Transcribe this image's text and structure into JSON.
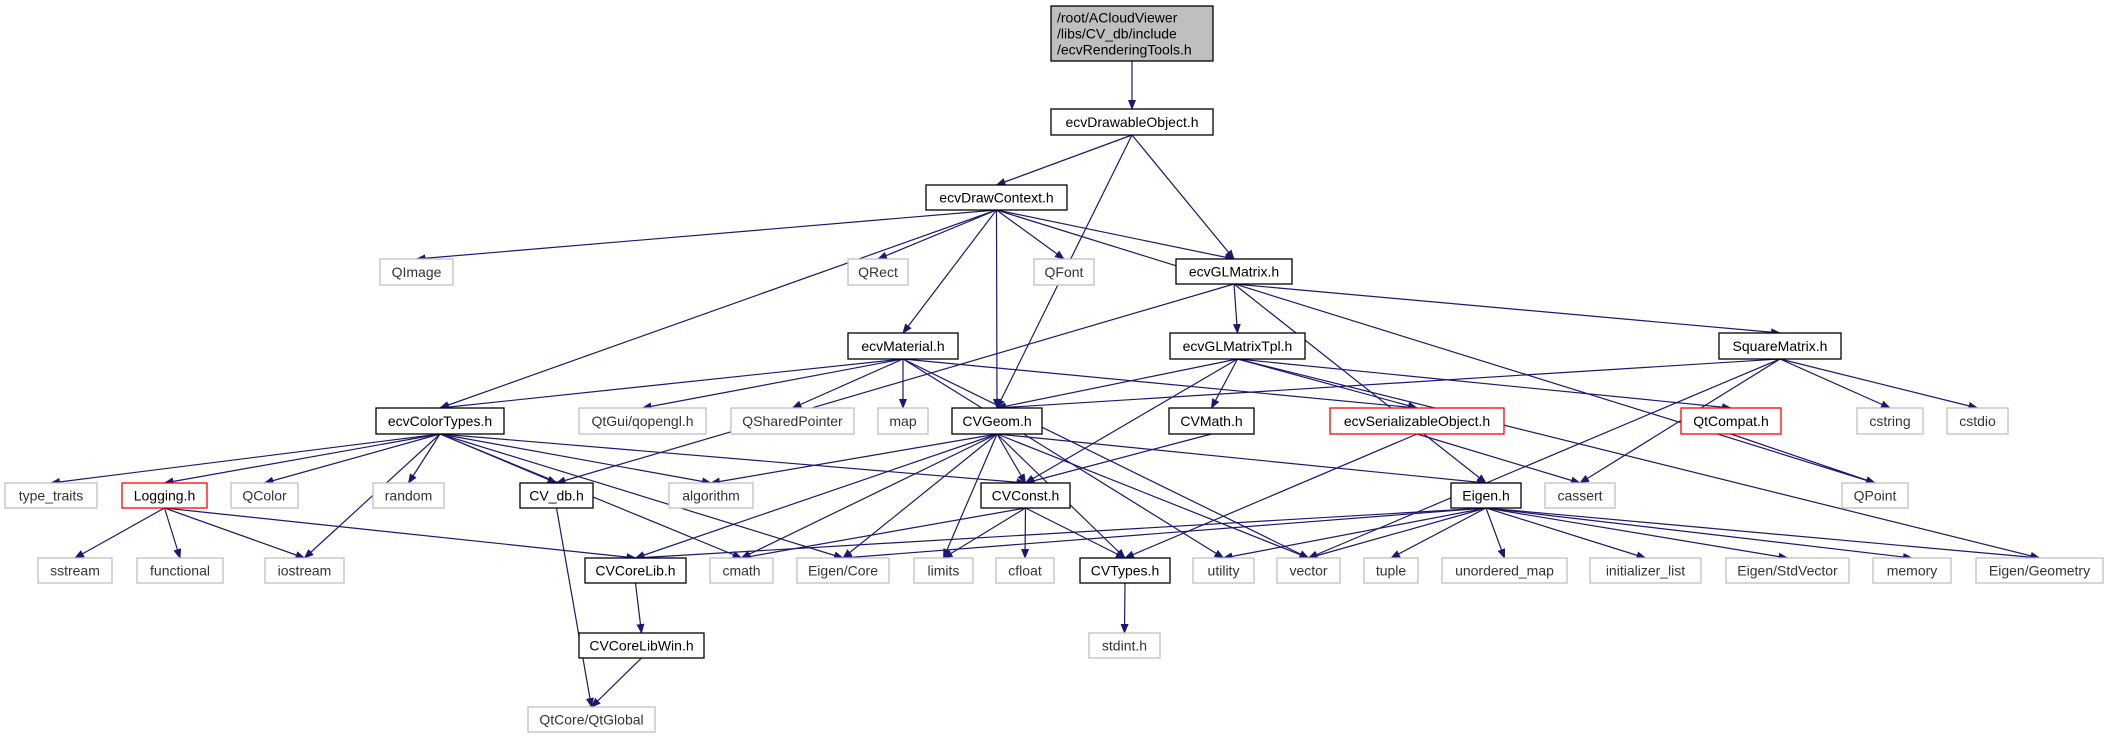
{
  "colors": {
    "edge": "#191970",
    "root_fill": "#bfbfbf",
    "documented_border": "#000000",
    "incomplete_border": "#ff0000",
    "external_border": "#bfbfbf"
  },
  "nodes": [
    {
      "id": "root",
      "label": [
        "/root/ACloudViewer",
        "/libs/CV_db/include",
        "/ecvRenderingTools.h"
      ],
      "kind": "root"
    },
    {
      "id": "ecvDrawableObject",
      "label": [
        "ecvDrawableObject.h"
      ],
      "kind": "doc"
    },
    {
      "id": "ecvDrawContext",
      "label": [
        "ecvDrawContext.h"
      ],
      "kind": "doc"
    },
    {
      "id": "QImage",
      "label": [
        "QImage"
      ],
      "kind": "ext"
    },
    {
      "id": "QRect",
      "label": [
        "QRect"
      ],
      "kind": "ext"
    },
    {
      "id": "QFont",
      "label": [
        "QFont"
      ],
      "kind": "ext"
    },
    {
      "id": "ecvGLMatrix",
      "label": [
        "ecvGLMatrix.h"
      ],
      "kind": "doc"
    },
    {
      "id": "ecvMaterial",
      "label": [
        "ecvMaterial.h"
      ],
      "kind": "doc"
    },
    {
      "id": "ecvGLMatrixTpl",
      "label": [
        "ecvGLMatrixTpl.h"
      ],
      "kind": "doc"
    },
    {
      "id": "SquareMatrix",
      "label": [
        "SquareMatrix.h"
      ],
      "kind": "doc"
    },
    {
      "id": "ecvColorTypes",
      "label": [
        "ecvColorTypes.h"
      ],
      "kind": "doc"
    },
    {
      "id": "qopengl",
      "label": [
        "QtGui/qopengl.h"
      ],
      "kind": "ext"
    },
    {
      "id": "QSharedPointer",
      "label": [
        "QSharedPointer"
      ],
      "kind": "ext"
    },
    {
      "id": "map",
      "label": [
        "map"
      ],
      "kind": "ext"
    },
    {
      "id": "CVGeom",
      "label": [
        "CVGeom.h"
      ],
      "kind": "doc"
    },
    {
      "id": "CVMath",
      "label": [
        "CVMath.h"
      ],
      "kind": "doc"
    },
    {
      "id": "ecvSerializableObject",
      "label": [
        "ecvSerializableObject.h"
      ],
      "kind": "red"
    },
    {
      "id": "QtCompat",
      "label": [
        "QtCompat.h"
      ],
      "kind": "red"
    },
    {
      "id": "cstring",
      "label": [
        "cstring"
      ],
      "kind": "ext"
    },
    {
      "id": "cstdio",
      "label": [
        "cstdio"
      ],
      "kind": "ext"
    },
    {
      "id": "type_traits",
      "label": [
        "type_traits"
      ],
      "kind": "ext"
    },
    {
      "id": "Logging",
      "label": [
        "Logging.h"
      ],
      "kind": "red"
    },
    {
      "id": "QColor",
      "label": [
        "QColor"
      ],
      "kind": "ext"
    },
    {
      "id": "random",
      "label": [
        "random"
      ],
      "kind": "ext"
    },
    {
      "id": "CV_db",
      "label": [
        "CV_db.h"
      ],
      "kind": "doc"
    },
    {
      "id": "algorithm",
      "label": [
        "algorithm"
      ],
      "kind": "ext"
    },
    {
      "id": "CVConst",
      "label": [
        "CVConst.h"
      ],
      "kind": "doc"
    },
    {
      "id": "Eigen",
      "label": [
        "Eigen.h"
      ],
      "kind": "doc"
    },
    {
      "id": "cassert",
      "label": [
        "cassert"
      ],
      "kind": "ext"
    },
    {
      "id": "QPoint",
      "label": [
        "QPoint"
      ],
      "kind": "ext"
    },
    {
      "id": "sstream",
      "label": [
        "sstream"
      ],
      "kind": "ext"
    },
    {
      "id": "functional",
      "label": [
        "functional"
      ],
      "kind": "ext"
    },
    {
      "id": "iostream",
      "label": [
        "iostream"
      ],
      "kind": "ext"
    },
    {
      "id": "CVCoreLib",
      "label": [
        "CVCoreLib.h"
      ],
      "kind": "doc"
    },
    {
      "id": "cmath",
      "label": [
        "cmath"
      ],
      "kind": "ext"
    },
    {
      "id": "EigenCore",
      "label": [
        "Eigen/Core"
      ],
      "kind": "ext"
    },
    {
      "id": "limits",
      "label": [
        "limits"
      ],
      "kind": "ext"
    },
    {
      "id": "cfloat",
      "label": [
        "cfloat"
      ],
      "kind": "ext"
    },
    {
      "id": "CVTypes",
      "label": [
        "CVTypes.h"
      ],
      "kind": "doc"
    },
    {
      "id": "utility",
      "label": [
        "utility"
      ],
      "kind": "ext"
    },
    {
      "id": "vector",
      "label": [
        "vector"
      ],
      "kind": "ext"
    },
    {
      "id": "tuple",
      "label": [
        "tuple"
      ],
      "kind": "ext"
    },
    {
      "id": "unordered_map",
      "label": [
        "unordered_map"
      ],
      "kind": "ext"
    },
    {
      "id": "initializer_list",
      "label": [
        "initializer_list"
      ],
      "kind": "ext"
    },
    {
      "id": "EigenStdVector",
      "label": [
        "Eigen/StdVector"
      ],
      "kind": "ext"
    },
    {
      "id": "memory",
      "label": [
        "memory"
      ],
      "kind": "ext"
    },
    {
      "id": "EigenGeometry",
      "label": [
        "Eigen/Geometry"
      ],
      "kind": "ext"
    },
    {
      "id": "CVCoreLibWin",
      "label": [
        "CVCoreLibWin.h"
      ],
      "kind": "doc"
    },
    {
      "id": "stdint",
      "label": [
        "stdint.h"
      ],
      "kind": "ext"
    },
    {
      "id": "QtGlobal",
      "label": [
        "QtCore/QtGlobal"
      ],
      "kind": "ext"
    }
  ],
  "edges": [
    [
      "root",
      "ecvDrawableObject"
    ],
    [
      "ecvDrawableObject",
      "ecvDrawContext"
    ],
    [
      "ecvDrawableObject",
      "CVGeom"
    ],
    [
      "ecvDrawableObject",
      "ecvGLMatrix"
    ],
    [
      "ecvDrawContext",
      "QImage"
    ],
    [
      "ecvDrawContext",
      "QRect"
    ],
    [
      "ecvDrawContext",
      "QFont"
    ],
    [
      "ecvDrawContext",
      "ecvGLMatrix"
    ],
    [
      "ecvDrawContext",
      "ecvMaterial"
    ],
    [
      "ecvDrawContext",
      "CVGeom"
    ],
    [
      "ecvDrawContext",
      "ecvColorTypes"
    ],
    [
      "ecvDrawContext",
      "QPoint"
    ],
    [
      "ecvGLMatrix",
      "CV_db"
    ],
    [
      "ecvGLMatrix",
      "ecvGLMatrixTpl"
    ],
    [
      "ecvGLMatrix",
      "SquareMatrix"
    ],
    [
      "ecvGLMatrix",
      "Eigen"
    ],
    [
      "ecvGLMatrixTpl",
      "CVGeom"
    ],
    [
      "ecvGLMatrixTpl",
      "CVConst"
    ],
    [
      "ecvGLMatrixTpl",
      "CVMath"
    ],
    [
      "ecvGLMatrixTpl",
      "ecvSerializableObject"
    ],
    [
      "ecvGLMatrixTpl",
      "QtCompat"
    ],
    [
      "ecvGLMatrixTpl",
      "EigenGeometry"
    ],
    [
      "SquareMatrix",
      "CVGeom"
    ],
    [
      "SquareMatrix",
      "vector"
    ],
    [
      "SquareMatrix",
      "cassert"
    ],
    [
      "SquareMatrix",
      "cstring"
    ],
    [
      "SquareMatrix",
      "cstdio"
    ],
    [
      "ecvMaterial",
      "ecvColorTypes"
    ],
    [
      "ecvMaterial",
      "qopengl"
    ],
    [
      "ecvMaterial",
      "QSharedPointer"
    ],
    [
      "ecvMaterial",
      "map"
    ],
    [
      "ecvMaterial",
      "ecvSerializableObject"
    ],
    [
      "ecvMaterial",
      "vector"
    ],
    [
      "ecvMaterial",
      "utility"
    ],
    [
      "ecvColorTypes",
      "type_traits"
    ],
    [
      "ecvColorTypes",
      "Logging"
    ],
    [
      "ecvColorTypes",
      "QColor"
    ],
    [
      "ecvColorTypes",
      "random"
    ],
    [
      "ecvColorTypes",
      "CV_db"
    ],
    [
      "ecvColorTypes",
      "algorithm"
    ],
    [
      "ecvColorTypes",
      "iostream"
    ],
    [
      "ecvColorTypes",
      "cmath"
    ],
    [
      "ecvColorTypes",
      "EigenCore"
    ],
    [
      "ecvColorTypes",
      "CVConst"
    ],
    [
      "Logging",
      "sstream"
    ],
    [
      "Logging",
      "functional"
    ],
    [
      "Logging",
      "iostream"
    ],
    [
      "Logging",
      "CVCoreLib"
    ],
    [
      "CV_db",
      "QtGlobal"
    ],
    [
      "CVGeom",
      "algorithm"
    ],
    [
      "CVGeom",
      "CVCoreLib"
    ],
    [
      "CVGeom",
      "cmath"
    ],
    [
      "CVGeom",
      "EigenCore"
    ],
    [
      "CVGeom",
      "limits"
    ],
    [
      "CVGeom",
      "CVConst"
    ],
    [
      "CVGeom",
      "CVTypes"
    ],
    [
      "CVGeom",
      "vector"
    ],
    [
      "CVGeom",
      "Eigen"
    ],
    [
      "CVConst",
      "cmath"
    ],
    [
      "CVConst",
      "limits"
    ],
    [
      "CVConst",
      "cfloat"
    ],
    [
      "CVConst",
      "CVTypes"
    ],
    [
      "CVMath",
      "CVConst"
    ],
    [
      "ecvSerializableObject",
      "CVTypes"
    ],
    [
      "ecvSerializableObject",
      "cassert"
    ],
    [
      "QtCompat",
      "QPoint"
    ],
    [
      "Eigen",
      "CVCoreLib"
    ],
    [
      "Eigen",
      "EigenCore"
    ],
    [
      "Eigen",
      "utility"
    ],
    [
      "Eigen",
      "vector"
    ],
    [
      "Eigen",
      "tuple"
    ],
    [
      "Eigen",
      "unordered_map"
    ],
    [
      "Eigen",
      "initializer_list"
    ],
    [
      "Eigen",
      "EigenStdVector"
    ],
    [
      "Eigen",
      "memory"
    ],
    [
      "Eigen",
      "EigenGeometry"
    ],
    [
      "CVCoreLib",
      "CVCoreLibWin"
    ],
    [
      "CVCoreLibWin",
      "QtGlobal"
    ],
    [
      "CVTypes",
      "stdint"
    ]
  ]
}
